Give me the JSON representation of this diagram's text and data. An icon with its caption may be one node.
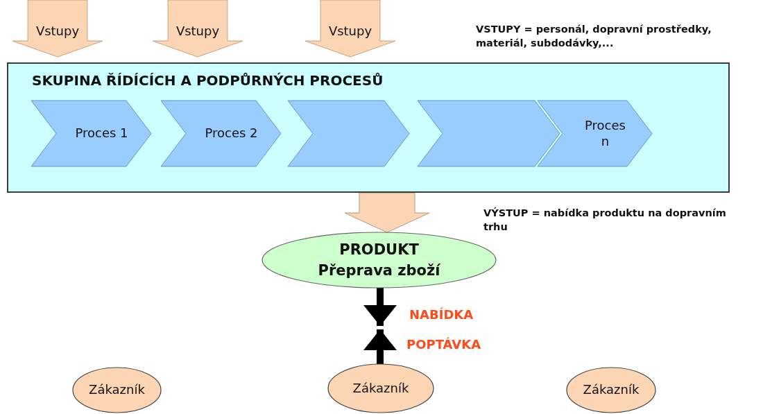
{
  "diagram": {
    "nodes": [
      {
        "text": [
          "Vstupy"
        ]
      },
      {
        "text": [
          "Vstupy"
        ]
      },
      {
        "text": [
          "Vstupy"
        ]
      },
      {
        "text": [
          "SKUPINA ŘÍDÍCÍCH A PODPŮRNÝCH PROCESŮ"
        ]
      },
      {
        "text": [
          "Proces 1"
        ],
        "in": 3
      },
      {
        "text": [
          "Proces 2"
        ],
        "in": 3
      },
      {
        "text": [],
        "shape": "chevron",
        "in": 3
      },
      {
        "text": [],
        "shape": "chevron",
        "in": 3
      },
      {
        "text": [
          "Proces n"
        ],
        "in": 3
      },
      {
        "text": [
          "PRODUKT",
          "Přeprava zboží"
        ]
      },
      {
        "text": [
          "Zákazník"
        ]
      },
      {
        "text": [
          "Zákazník"
        ]
      },
      {
        "text": [
          "Zákazník"
        ]
      }
    ],
    "edges": [
      {
        "from": 3,
        "to": 9,
        "arrow": "to",
        "style": "thick",
        "color": "#fcd5b4"
      },
      {
        "from": 9,
        "to": null,
        "arrow": "to",
        "label": "NABÍDKA"
      },
      {
        "from": 11,
        "to": null,
        "arrow": "to",
        "label": "POPTÁVKA"
      }
    ],
    "labels": [
      "VSTUPY = personál, dopravní prostředky, materiál, subdodávky,...",
      "VÝSTUP = nabídka produktu na dopravním trhu"
    ]
  }
}
